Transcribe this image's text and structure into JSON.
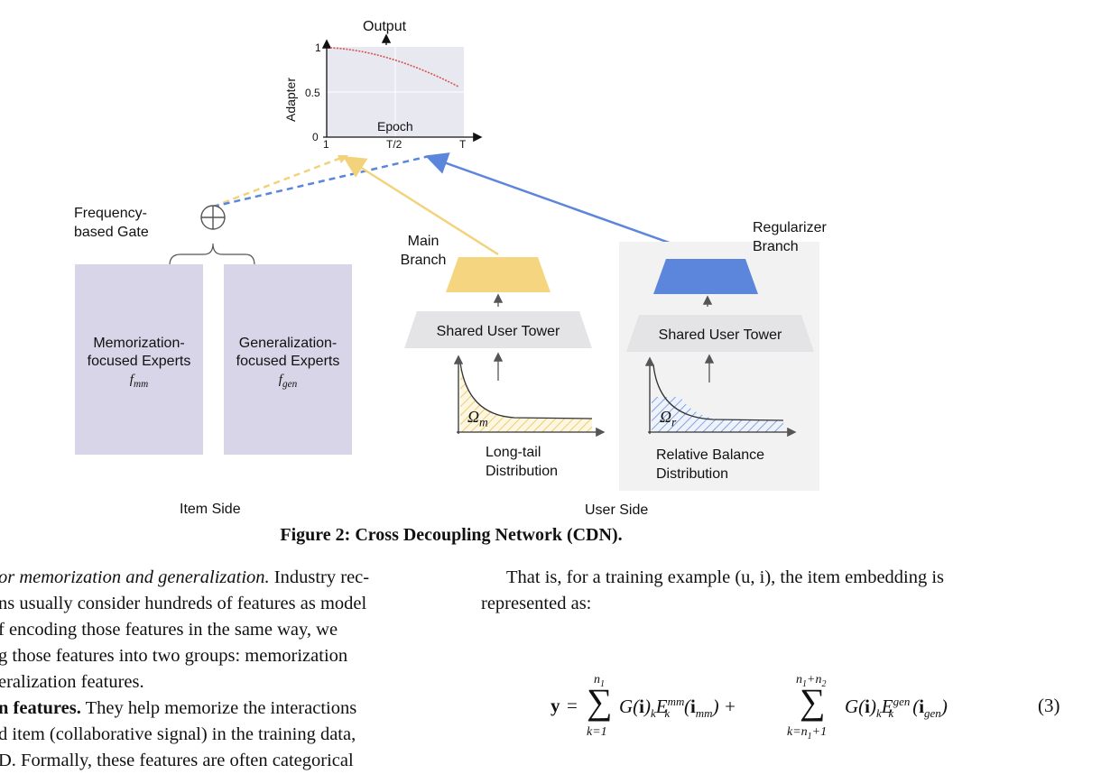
{
  "figure": {
    "output_label": "Output",
    "adapter_axis_label": "Adapter",
    "epoch_label": "Epoch",
    "y_ticks": [
      "1",
      "0.5",
      "0"
    ],
    "x_ticks": [
      "1",
      "T/2",
      "T"
    ],
    "gate_label_line1": "Frequency-",
    "gate_label_line2": "based Gate",
    "main_branch_line1": "Main",
    "main_branch_line2": "Branch",
    "regularizer_line1": "Regularizer",
    "regularizer_line2": "Branch",
    "mem_expert_line1": "Memorization-",
    "mem_expert_line2": "focused Experts",
    "mem_expert_symbol": "f_mm",
    "gen_expert_line1": "Generalization-",
    "gen_expert_line2": "focused Experts",
    "gen_expert_symbol": "f_gen",
    "shared_tower_main": "Shared User Tower",
    "shared_tower_reg": "Shared User Tower",
    "omega_m": "Ω_m",
    "omega_r": "Ω_r",
    "longtail_line1": "Long-tail",
    "longtail_line2": "Distribution",
    "relbal_line1": "Relative Balance",
    "relbal_line2": "Distribution",
    "item_side": "Item Side",
    "user_side": "User Side",
    "colors": {
      "main_branch": "#f5d57f",
      "regularizer_branch": "#5b86dc",
      "experts_box": "#d9d5e8",
      "plot_bg": "#e8e8f0",
      "curve": "#d9534f"
    }
  },
  "caption": "Figure 2: Cross Decoupling Network (CDN).",
  "left_column": {
    "line1_italic": "or memorization and generalization.",
    "line1_rest": " Industry rec-",
    "line2": "ns usually consider hundreds of features as model",
    "line3": "f encoding those features in the same way, we",
    "line4": "g those features into two groups: memorization",
    "line5": "eralization features.",
    "line6_bold": "n features.",
    "line6_rest": " They help memorize the interactions",
    "line7": "d item (collaborative signal) in the training data,",
    "line8": "D. Formally, these features are often categorical"
  },
  "right_column": {
    "line1": "That is, for a training example (u, i), the item embedding is",
    "line2": "represented as:",
    "equation_number": "(3)"
  }
}
